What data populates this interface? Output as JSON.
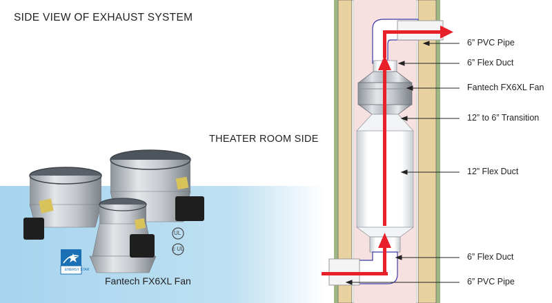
{
  "header": {
    "title": "SIDE VIEW OF EXHAUST SYSTEM",
    "room_label": "THEATER ROOM SIDE"
  },
  "product": {
    "caption": "Fantech FX6XL Fan",
    "energy_star_text": "ENERGY STAR",
    "ul_mark": "UL",
    "csa_mark": "c UL"
  },
  "callouts": [
    {
      "label": "6” PVC Pipe"
    },
    {
      "label": "6” Flex Duct"
    },
    {
      "label": "Fantech FX6XL Fan"
    },
    {
      "label": "12” to 6” Transition"
    },
    {
      "label": "12” Flex Duct"
    },
    {
      "label": "6” Flex Duct"
    },
    {
      "label": "6” PVC Pipe"
    }
  ],
  "colors": {
    "airflow_arrow": "#e8202a",
    "wall_stud": "#e8d3a0",
    "wall_cavity": "#f7e0e0",
    "sky_blue": "#a9d6ee",
    "flex_duct_outline": "#3a3aa8"
  },
  "icons": [
    "fan-unit-icon",
    "energy-star-icon",
    "ul-listed-icon",
    "csa-icon",
    "airflow-arrow-icon"
  ]
}
